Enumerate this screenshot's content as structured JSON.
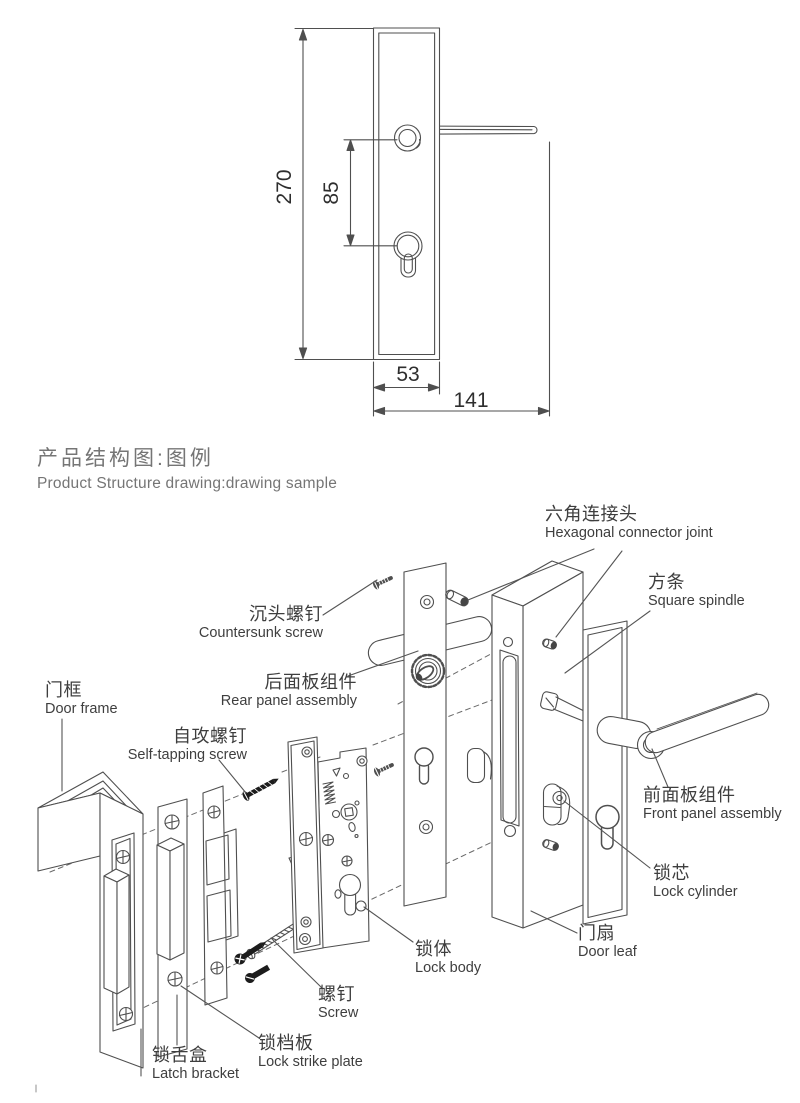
{
  "title": {
    "zh": "产品结构图:图例",
    "en": "Product Structure drawing:drawing sample"
  },
  "dims": {
    "plate_height": "270",
    "center_distance": "85",
    "plate_width": "53",
    "handle_length": "141"
  },
  "parts": {
    "hexagonal_connector_joint": {
      "zh": "六角连接头",
      "en": "Hexagonal connector joint"
    },
    "square_spindle": {
      "zh": "方条",
      "en": "Square spindle"
    },
    "countersunk_screw": {
      "zh": "沉头螺钉",
      "en": "Countersunk screw"
    },
    "rear_panel_assembly": {
      "zh": "后面板组件",
      "en": "Rear panel assembly"
    },
    "door_frame": {
      "zh": "门框",
      "en": "Door frame"
    },
    "self_tapping_screw": {
      "zh": "自攻螺钉",
      "en": "Self-tapping screw"
    },
    "front_panel_assembly": {
      "zh": "前面板组件",
      "en": "Front panel assembly"
    },
    "lock_cylinder": {
      "zh": "锁芯",
      "en": "Lock cylinder"
    },
    "door_leaf": {
      "zh": "门扇",
      "en": "Door leaf"
    },
    "lock_body": {
      "zh": "锁体",
      "en": "Lock body"
    },
    "screw": {
      "zh": "螺钉",
      "en": "Screw"
    },
    "lock_strike_plate": {
      "zh": "锁档板",
      "en": "Lock strike plate"
    },
    "latch_bracket": {
      "zh": "锁舌盒",
      "en": "Latch bracket"
    }
  },
  "colors": {
    "line": "#4f4f4f",
    "label_text": "#3e3e3e",
    "title_text": "#757575",
    "screw_black": "#1c1c1c",
    "background": "#ffffff"
  }
}
